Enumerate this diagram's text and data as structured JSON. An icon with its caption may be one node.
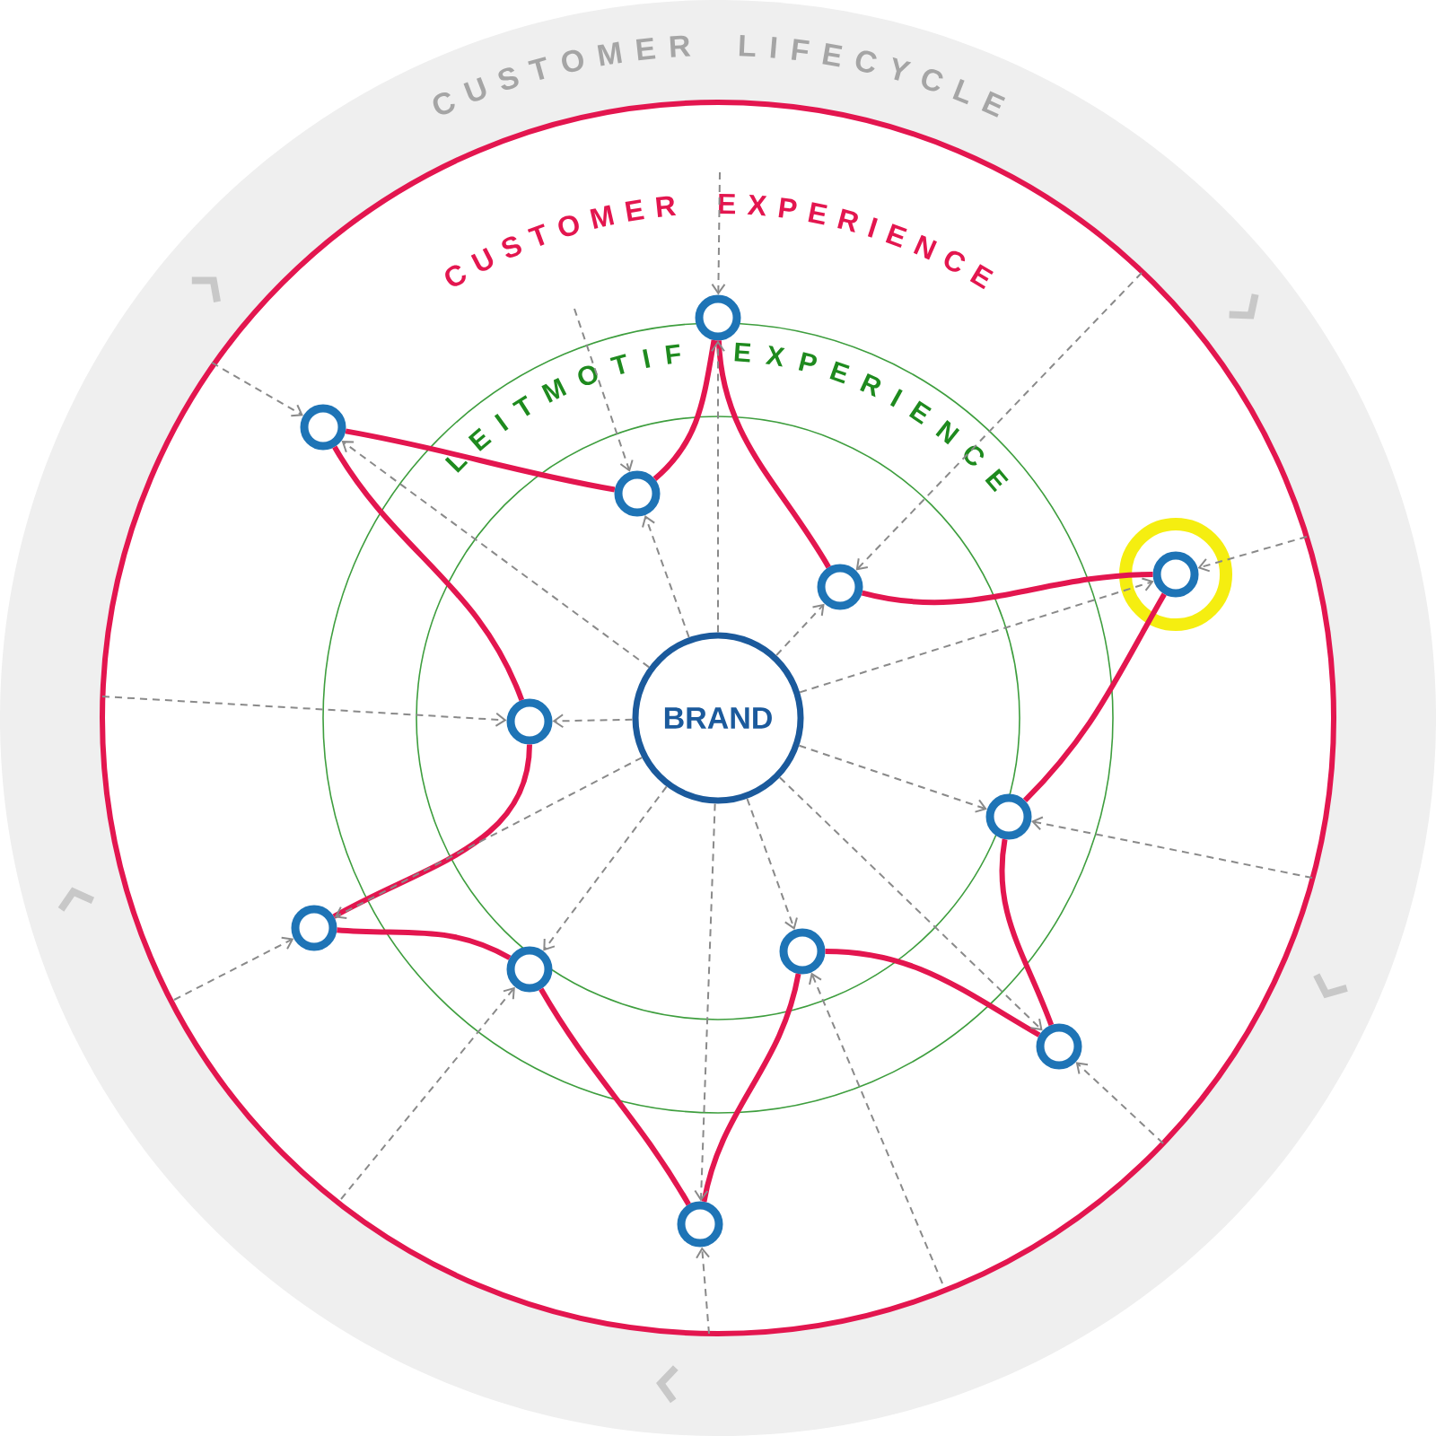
{
  "diagram": {
    "nodes": [
      {
        "text": [
          "BRAND"
        ]
      },
      {
        "text": [],
        "shape": "circle"
      },
      {
        "text": [],
        "shape": "circle"
      },
      {
        "text": [],
        "shape": "circle"
      },
      {
        "text": [],
        "shape": "circle"
      },
      {
        "text": [],
        "shape": "circle"
      },
      {
        "text": [],
        "shape": "circle"
      },
      {
        "text": [],
        "shape": "circle"
      },
      {
        "text": [],
        "shape": "circle"
      },
      {
        "text": [],
        "shape": "circle"
      },
      {
        "text": [],
        "shape": "circle"
      },
      {
        "text": [],
        "shape": "circle"
      },
      {
        "text": [],
        "shape": "circle"
      }
    ],
    "edges": [
      {
        "from": 2,
        "to": 3,
        "arrow": "none",
        "style": "thick",
        "color": "#e3164f"
      },
      {
        "from": 3,
        "to": 1,
        "arrow": "none",
        "style": "thick",
        "color": "#e3164f"
      },
      {
        "from": 1,
        "to": 5,
        "arrow": "none",
        "style": "thick",
        "color": "#e3164f"
      },
      {
        "from": 5,
        "to": 4,
        "arrow": "none",
        "style": "thick",
        "color": "#e3164f"
      },
      {
        "from": 4,
        "to": 7,
        "arrow": "none",
        "style": "thick",
        "color": "#e3164f"
      },
      {
        "from": 7,
        "to": 11,
        "arrow": "none",
        "style": "thick",
        "color": "#e3164f"
      },
      {
        "from": 11,
        "to": 9,
        "arrow": "none",
        "style": "thick",
        "color": "#e3164f"
      },
      {
        "from": 9,
        "to": 12,
        "arrow": "none",
        "style": "thick",
        "color": "#e3164f"
      },
      {
        "from": 12,
        "to": 10,
        "arrow": "none",
        "style": "thick",
        "color": "#e3164f"
      },
      {
        "from": 10,
        "to": 8,
        "arrow": "none",
        "style": "thick",
        "color": "#e3164f"
      },
      {
        "from": 8,
        "to": 6,
        "arrow": "none",
        "style": "thick",
        "color": "#e3164f"
      },
      {
        "from": 6,
        "to": 2,
        "arrow": "none",
        "style": "thick",
        "color": "#e3164f"
      },
      {
        "from": 0,
        "to": 1,
        "arrow": "to",
        "style": "dashed"
      },
      {
        "from": 0,
        "to": 2,
        "arrow": "to",
        "style": "dashed"
      },
      {
        "from": 0,
        "to": 3,
        "arrow": "to",
        "style": "dashed"
      },
      {
        "from": 0,
        "to": 4,
        "arrow": "to",
        "style": "dashed"
      },
      {
        "from": 0,
        "to": 5,
        "arrow": "to",
        "style": "dashed"
      },
      {
        "from": 0,
        "to": 6,
        "arrow": "to",
        "style": "dashed"
      },
      {
        "from": 0,
        "to": 7,
        "arrow": "to",
        "style": "dashed"
      },
      {
        "from": 0,
        "to": 8,
        "arrow": "to",
        "style": "dashed"
      },
      {
        "from": 0,
        "to": 9,
        "arrow": "to",
        "style": "dashed"
      },
      {
        "from": 0,
        "to": 10,
        "arrow": "to",
        "style": "dashed"
      },
      {
        "from": 0,
        "to": 11,
        "arrow": "to",
        "style": "dashed"
      },
      {
        "from": 0,
        "to": 12,
        "arrow": "to",
        "style": "dashed"
      },
      {
        "from": null,
        "to": 1,
        "arrow": "to",
        "style": "dashed"
      },
      {
        "from": null,
        "to": 2,
        "arrow": "to",
        "style": "dashed"
      },
      {
        "from": null,
        "to": 3,
        "arrow": "to",
        "style": "dashed"
      },
      {
        "from": null,
        "to": 4,
        "arrow": "to",
        "style": "dashed"
      },
      {
        "from": null,
        "to": 5,
        "arrow": "to",
        "style": "dashed"
      },
      {
        "from": null,
        "to": 6,
        "arrow": "to",
        "style": "dashed"
      },
      {
        "from": null,
        "to": 7,
        "arrow": "to",
        "style": "dashed"
      },
      {
        "from": null,
        "to": 8,
        "arrow": "to",
        "style": "dashed"
      },
      {
        "from": null,
        "to": 9,
        "arrow": "to",
        "style": "dashed"
      },
      {
        "from": null,
        "to": 10,
        "arrow": "to",
        "style": "dashed"
      },
      {
        "from": null,
        "to": 11,
        "arrow": "to",
        "style": "dashed"
      },
      {
        "from": null,
        "to": 12,
        "arrow": "to",
        "style": "dashed"
      }
    ],
    "labels": [
      "CUSTOMER LIFECYCLE",
      "CUSTOMER EXPERIENCE",
      "LEITMOTIF EXPERIENCE"
    ]
  }
}
